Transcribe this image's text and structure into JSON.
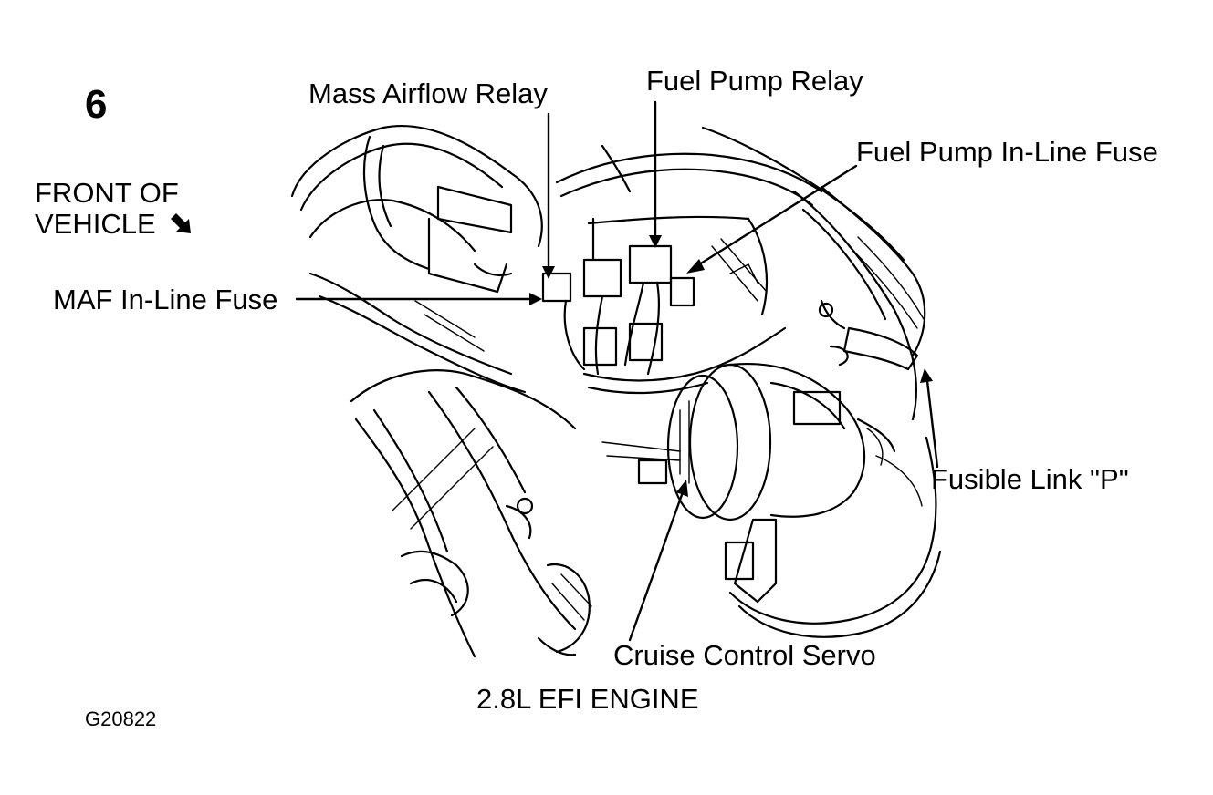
{
  "figure_number": "6",
  "orientation": {
    "line1": "FRONT OF",
    "line2": "VEHICLE",
    "arrow_icon": "arrow-down-right-icon"
  },
  "callouts": {
    "mass_airflow_relay": "Mass Airflow Relay",
    "fuel_pump_relay": "Fuel Pump Relay",
    "fuel_pump_inline_fuse": "Fuel Pump In-Line Fuse",
    "maf_inline_fuse": "MAF In-Line Fuse",
    "fusible_link_p": "Fusible Link \"P\"",
    "cruise_control_servo": "Cruise Control Servo"
  },
  "caption": "2.8L EFI ENGINE",
  "figure_code": "G20822"
}
